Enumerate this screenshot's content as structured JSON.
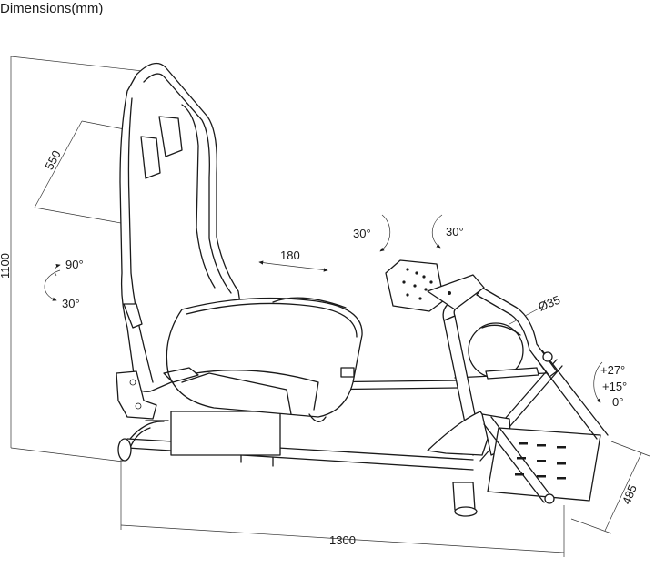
{
  "title": "Dimensions(mm)",
  "dimensions": {
    "height": "1100",
    "seat_width": "550",
    "slide": "180",
    "length": "1300",
    "pedal_width": "485",
    "tube": "Ø35"
  },
  "angles": {
    "backrest_top": "90°",
    "backrest_bottom": "30°",
    "wheel_left": "30°",
    "wheel_right": "30°",
    "pedal_1": "+27°",
    "pedal_2": "+15°",
    "pedal_3": "0°"
  }
}
